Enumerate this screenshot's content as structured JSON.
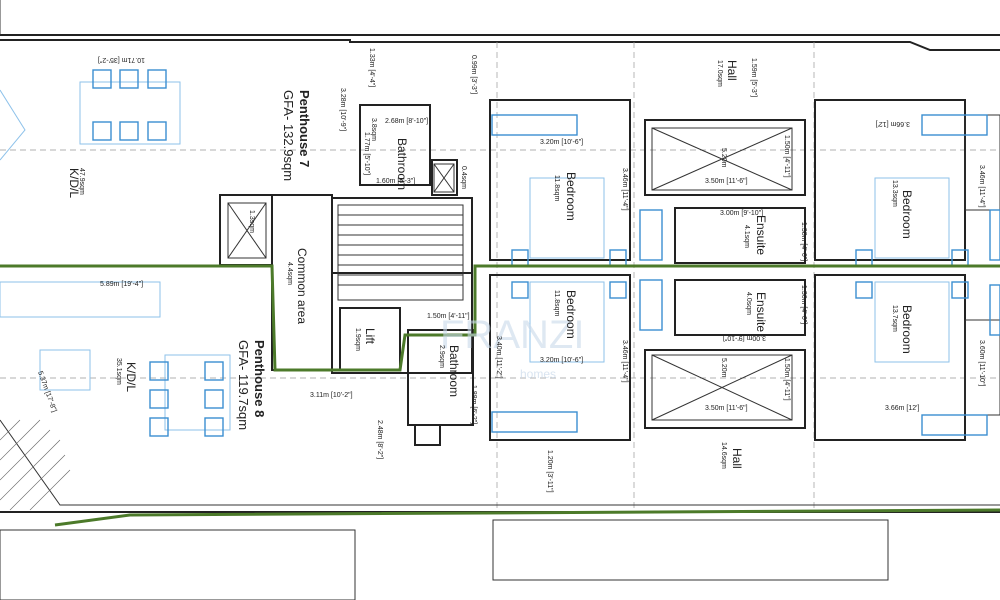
{
  "penthouse7": {
    "title": "Penthouse 7",
    "gfa": "GFA- 132.9sqm",
    "rooms": {
      "kdl_name": "K/D/L",
      "kdl_area": "47.9sqm",
      "bathroom_name": "Bathroom",
      "bathroom_area": "3.8sqm",
      "bedroom1_name": "Bedroom",
      "bedroom1_area": "11.8sqm",
      "ensuite_name": "Ensuite",
      "ensuite_area": "4.1sqm",
      "hall_name": "Hall",
      "hall_area": "17.0sqm",
      "bedroom2_name": "Bedroom",
      "bedroom2_area": "13.3sqm"
    },
    "dims": {
      "width_total": "10.71m [35'-2\"]",
      "d1": "1.33m [4'-4\"]",
      "d2": "3.28m [10'-9\"]",
      "d3": "2.68m [8'-10\"]",
      "d4": "1.77m [5'-10\"]",
      "d5": "1.60m [5'-3\"]",
      "d6": "0.99m [3'-3\"]",
      "d7": "3.20m [10'-6\"]",
      "d8": "3.46m [11'-4\"]",
      "d9": "1.50m [4'-11\"]",
      "d10": "5.20m",
      "d11": "3.50m [11'-6\"]",
      "d12": "3.00m [9'-10\"]",
      "d13": "1.38m [4'-6\"]",
      "d14": "1.59m [5'-3\"]",
      "d15": "3.66m [12']",
      "d16": "3.46m [11'-4\"]",
      "small": "0.4sqm",
      "lift_small": "1.3sqm"
    }
  },
  "penthouse8": {
    "title": "Penthouse 8",
    "gfa": "GFA- 119.7sqm",
    "rooms": {
      "kdl_name": "K/D/L",
      "kdl_area": "35.1sqm",
      "bathroom_name": "Bathroom",
      "bathroom_area": "2.9sqm",
      "bedroom1_name": "Bedroom",
      "bedroom1_area": "11.8sqm",
      "ensuite_name": "Ensuite",
      "ensuite_area": "4.0sqm",
      "hall_name": "Hall",
      "hall_area": "14.6sqm",
      "bedroom2_name": "Bedroom",
      "bedroom2_area": "13.7sqm"
    },
    "dims": {
      "d1": "5.89m [19'-4\"]",
      "d2": "5.37m [17'-8\"]",
      "d3": "3.11m [10'-2\"]",
      "d4": "2.48m [8'-2\"]",
      "d5": "1.50m [4'-11\"]",
      "d6": "3.40m [11'-2\"]",
      "d7": "1.88m [6'-2\"]",
      "d8": "3.20m [10'-6\"]",
      "d9": "3.46m [11'-4\"]",
      "d10": "1.20m [3'-11\"]",
      "d11": "3.00m [9'-10\"]",
      "d12": "1.36m [4'-6\"]",
      "d13": "5.20m",
      "d14": "1.50m [4'-11\"]",
      "d15": "3.50m [11'-6\"]",
      "d16": "3.66m [12']",
      "d17": "3.60m [11'-10\"]"
    }
  },
  "common": {
    "common_area_name": "Common area",
    "common_area_area": "4.4sqm",
    "lift_name": "Lift",
    "lift_area": "1.9sqm"
  },
  "watermark": {
    "brand": "FRANZI",
    "sub": "homes"
  },
  "colors": {
    "wall": "#222222",
    "furniture": "#3b8fd1",
    "boundary_green": "#4c7a2a",
    "watermark": "#c9d9ea"
  }
}
